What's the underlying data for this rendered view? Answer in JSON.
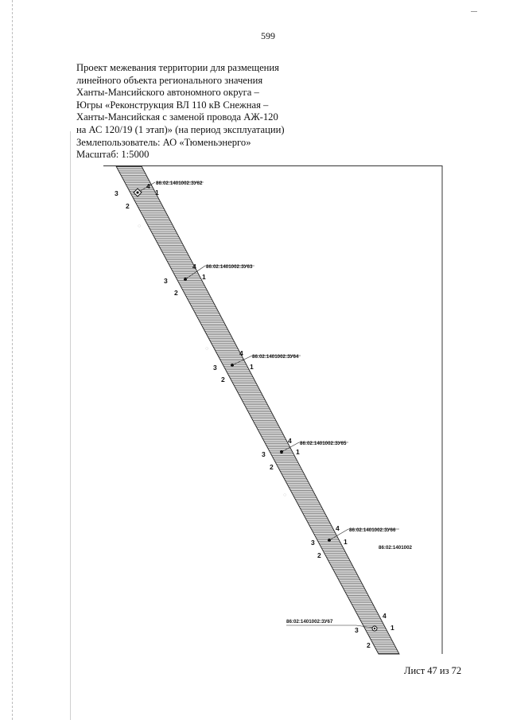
{
  "page_number": "599",
  "header": {
    "lines": [
      "Проект межевания территории для размещения",
      "линейного объекта регионального значения",
      "Ханты-Мансийского автономного округа –",
      "Югры «Реконструкция ВЛ 110 кВ Снежная –",
      "Ханты-Мансийская с заменой провода АЖ-120",
      "на АС 120/19 (1 этап)» (на период эксплуатации)",
      "Землепользователь: АО «Тюменьэнерго»",
      "Масштаб: 1:5000"
    ]
  },
  "map": {
    "quarter_label": "86:02:1401002",
    "plots": [
      {
        "label": "86:02:1401002:ЗУ62",
        "points": [
          "4",
          "1",
          "2",
          "3"
        ]
      },
      {
        "label": "86:02:1401002:ЗУ63",
        "points": [
          "4",
          "1",
          "2",
          "3"
        ]
      },
      {
        "label": "86:02:1401002:ЗУ64",
        "points": [
          "4",
          "1",
          "2",
          "3"
        ]
      },
      {
        "label": "86:02:1401002:ЗУ65",
        "points": [
          "4",
          "1",
          "2",
          "3"
        ]
      },
      {
        "label": "86:02:1401002:ЗУ66",
        "points": [
          "4",
          "1",
          "2",
          "3"
        ]
      },
      {
        "label": "86:02:1401002:ЗУ67",
        "points": [
          "4",
          "1",
          "2",
          "3"
        ]
      }
    ]
  },
  "footer": {
    "sheet": "Лист 47 из 72"
  }
}
